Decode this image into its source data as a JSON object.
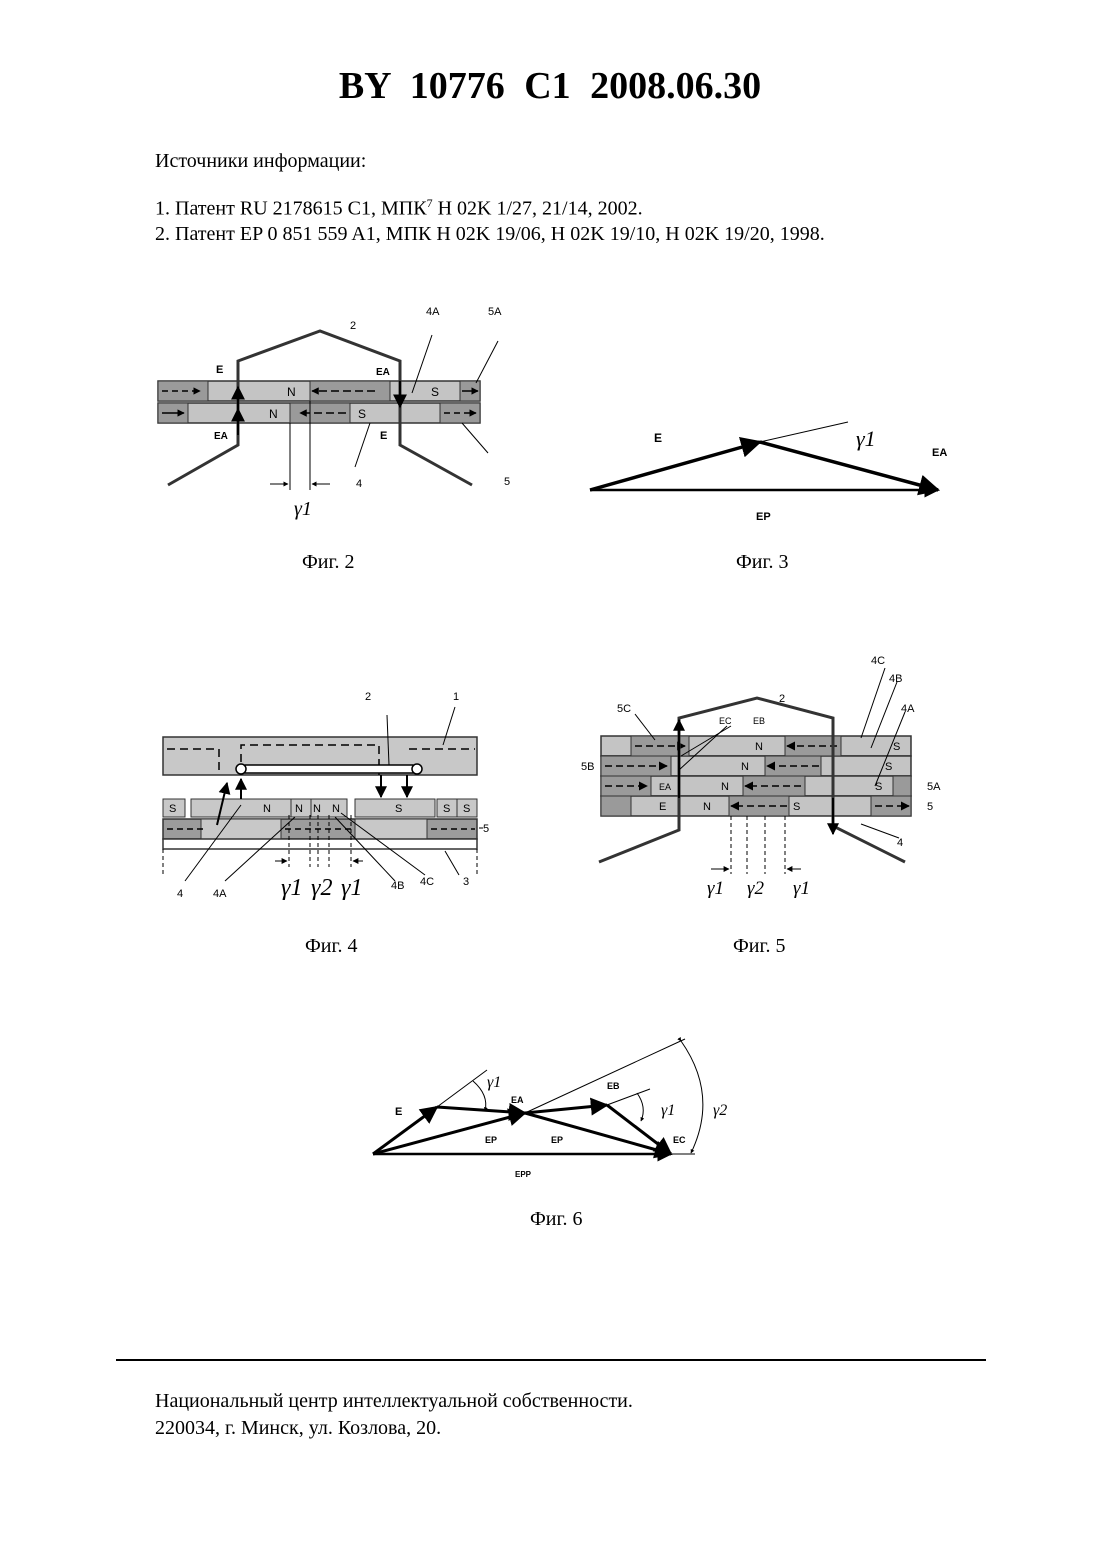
{
  "header": {
    "title": "BY 10776 C1 2008.06.30"
  },
  "sources": {
    "heading": "Источники информации:",
    "ref1": {
      "pre": "1. Патент RU 2178615 C1, МПК",
      "sup": "7",
      "post": " H 02K 1/27, 21/14, 2002."
    },
    "ref2": "2. Патент EP 0 851 559 A1, МПК H 02K 19/06, H 02K 19/10, H 02K 19/20, 1998."
  },
  "figures": {
    "fig2": {
      "caption": "Фиг. 2",
      "labels": {
        "l2": "2",
        "l4A": "4A",
        "l5A": "5A",
        "l4": "4",
        "l5": "5",
        "E_top": "E",
        "EA_top": "EA",
        "E_bot": "E",
        "EA_bot": "EA",
        "N1": "N",
        "N2": "N",
        "S1": "S",
        "S2": "S",
        "gamma": "γ1"
      }
    },
    "fig3": {
      "caption": "Фиг. 3",
      "labels": {
        "E": "E",
        "EA": "EA",
        "EP": "EP",
        "gamma": "γ1"
      }
    },
    "fig4": {
      "caption": "Фиг. 4",
      "labels": {
        "l1": "1",
        "l2": "2",
        "l3": "3",
        "l4": "4",
        "l4A": "4A",
        "l4B": "4B",
        "l4C": "4C",
        "l5": "5",
        "S1": "S",
        "S2": "S",
        "S3": "S",
        "S4": "S",
        "N1": "N",
        "N2": "N",
        "N3": "N",
        "N4": "N",
        "g1a": "γ1",
        "g2": "γ2",
        "g1b": "γ1"
      }
    },
    "fig5": {
      "caption": "Фиг. 5",
      "labels": {
        "l2": "2",
        "l4": "4",
        "l4A": "4A",
        "l4B": "4B",
        "l4C": "4C",
        "l5": "5",
        "l5A": "5A",
        "l5B": "5B",
        "l5C": "5C",
        "EC": "EC",
        "EB": "EB",
        "EA": "EA",
        "E": "E",
        "N1": "N",
        "N2": "N",
        "N3": "N",
        "N4": "N",
        "S1": "S",
        "S2": "S",
        "S3": "S",
        "S4": "S",
        "g1a": "γ1",
        "g2": "γ2",
        "g1b": "γ1"
      }
    },
    "fig6": {
      "caption": "Фиг. 6",
      "labels": {
        "E": "E",
        "EA": "EA",
        "EB": "EB",
        "EC": "EC",
        "EP1": "EP",
        "EP2": "EP",
        "EPP": "EPP",
        "g1a": "γ1",
        "g1b": "γ1",
        "g2": "γ2"
      }
    }
  },
  "footer": {
    "line1": "Национальный центр интеллектуальной собственности.",
    "line2": "220034, г. Минск, ул. Козлова, 20."
  }
}
